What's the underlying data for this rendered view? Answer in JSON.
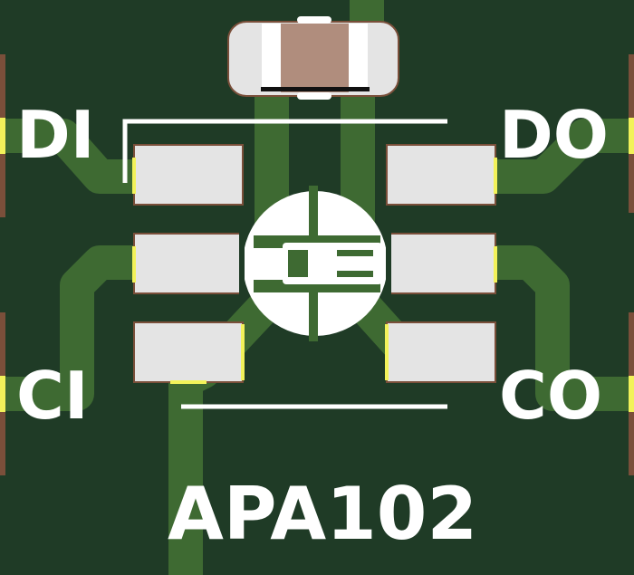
{
  "board": {
    "colors": {
      "substrate": "#1f3b26",
      "copper_trace": "#3e6a32",
      "pad": "#e4e4e4",
      "pad_outline": "#7a4f3a",
      "pad_edge": "#f2f25a",
      "silkscreen": "#ffffff",
      "capacitor_body": "#b08d7d",
      "edge_pin": "#7a4f3a"
    },
    "labels": {
      "di": "DI",
      "do": "DO",
      "ci": "CI",
      "co": "CO",
      "part": "APA102"
    }
  }
}
